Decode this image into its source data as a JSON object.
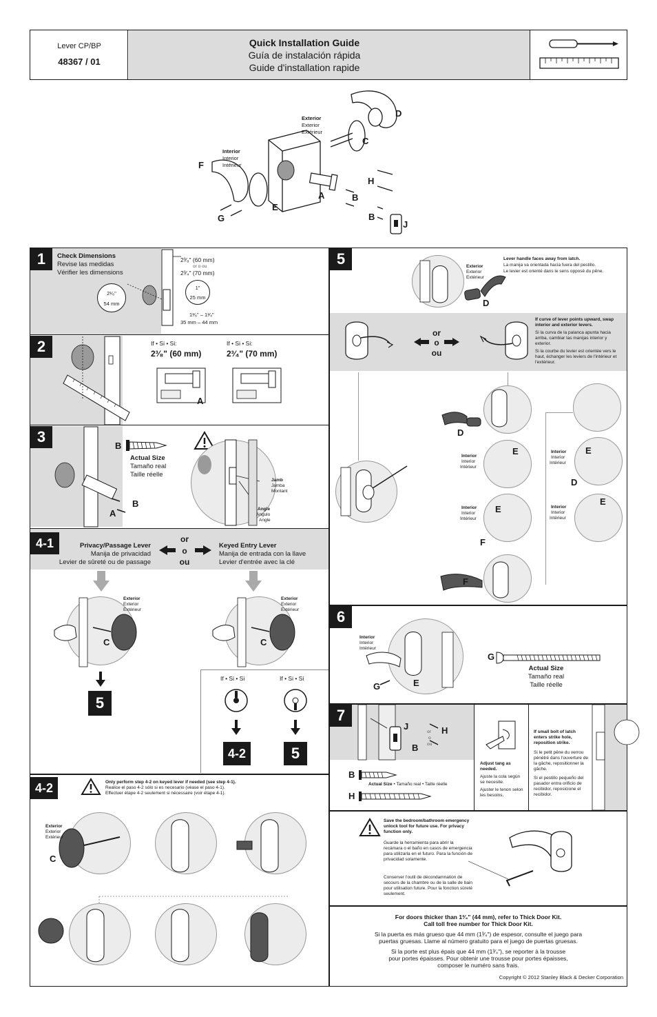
{
  "header": {
    "model": "Lever CP/BP",
    "part_number": "48367 / 01",
    "title_en": "Quick Installation Guide",
    "title_es": "Guía de instalación rápida",
    "title_fr": "Guide d'installation rapide"
  },
  "exploded": {
    "exterior": [
      "Exterior",
      "Exterior",
      "Extérieur"
    ],
    "interior": [
      "Interior",
      "Interior",
      "Intérieur"
    ],
    "letters": [
      "D",
      "C",
      "F",
      "H",
      "A",
      "B",
      "E",
      "G",
      "B",
      "J"
    ]
  },
  "step1": {
    "num": "1",
    "title": [
      "Check Dimensions",
      "Revise las medidas",
      "Vérifier les dimensions"
    ],
    "backset": [
      "2³⁄₈\" (60 mm)",
      "or o ou",
      "2³⁄₄\" (70 mm)"
    ],
    "bore_in": "2¹⁄₈\"",
    "bore_mm": "54 mm",
    "edge_in": "1\"",
    "edge_mm": "25 mm",
    "thick_in": "1³⁄₈\" – 1³⁄₄\"",
    "thick_mm": "35 mm – 44 mm"
  },
  "step2": {
    "num": "2",
    "if1": "If • Si • Si:",
    "val1": "2³⁄₈\" (60 mm)",
    "if2": "If • Si • Si:",
    "val2": "2³⁄₄\" (70 mm)",
    "letter": "A"
  },
  "step3": {
    "num": "3",
    "actual": [
      "Actual Size",
      "Tamaño real",
      "Taille réelle"
    ],
    "jamb": [
      "Jamb",
      "Jamba",
      "Montant"
    ],
    "angle": [
      "Angle",
      "Angulo",
      "Angle"
    ],
    "letters": [
      "B",
      "B",
      "A"
    ]
  },
  "step41": {
    "num": "4-1",
    "left": [
      "Privacy/Passage Lever",
      "Manija de privacidad",
      "Levier de sûreté ou de passage"
    ],
    "or": [
      "or",
      "o",
      "ou"
    ],
    "right": [
      "Keyed Entry Lever",
      "Manija de entrada con la llave",
      "Levier d'entrée avec la clé"
    ],
    "exterior": [
      "Exterior",
      "Exterior",
      "Extérieur"
    ],
    "goto5": "5",
    "if_a": "If • Si • Si",
    "if_b": "If • Si • Si",
    "goto42": "4-2",
    "goto5b": "5",
    "letter": "C"
  },
  "step42": {
    "num": "4-2",
    "warn": [
      "Only perform step 4-2 on keyed lever if needed (see step 4-1).",
      "Realice el paso 4-2 sólo si es necesario (véase el paso 4-1).",
      "Effectuer étape 4-2 seulement si nécessaire (voir étape 4-1)."
    ],
    "exterior": [
      "Exterior",
      "Exterior",
      "Extérieur"
    ],
    "letter": "C"
  },
  "step5": {
    "num": "5",
    "faces": [
      "Lever handle faces away from latch.",
      "La manija va orientada hacia fuera del pestillo.",
      "Le levier est orienté dans le sens opposé du pêne."
    ],
    "exterior": [
      "Exterior",
      "Exterior",
      "Extérieur"
    ],
    "or": [
      "or",
      "o",
      "ou"
    ],
    "curve": [
      "If curve of lever points upward, swap interior and exterior levers.",
      "Si la curva de la palanca apunta hacia arriba, cambiar las manijas interior y exterior.",
      "Si la courbe du levier est orientée vers le haut, échanger les leviers de l'intérieur et l'extérieur."
    ],
    "interior": [
      "Interior",
      "Interior",
      "Intérieur"
    ],
    "letters": [
      "D",
      "E",
      "F"
    ]
  },
  "step6": {
    "num": "6",
    "interior": [
      "Interior",
      "Interior",
      "Intérieur"
    ],
    "actual": [
      "Actual Size",
      "Tamaño real",
      "Taille réelle"
    ],
    "letters": [
      "G",
      "E"
    ]
  },
  "step7": {
    "num": "7",
    "or": [
      "or",
      "o",
      "ou"
    ],
    "actual": "Actual Size",
    "actual_rest": " • Tamaño real • Taille réelle",
    "tang": [
      "Adjust tang as needed.",
      "Ajuste la cola según se necesite.",
      "Ajuster le tenon selon les besoins."
    ],
    "bolt": [
      "If small bolt of latch enters strike hole, reposition strike.",
      "Si le petit pêne du verrou pénètré dans l'ouverture de la gâche, repositionner la gâche.",
      "Si el pestillo pequeño del pasador entra orificio de recibidor, reposicione el recibidor."
    ],
    "letters": [
      "J",
      "H",
      "B",
      "B",
      "H"
    ]
  },
  "tool_note": {
    "title": "Save the bedroom/bathroom emergency unlock tool for future use. For privacy function only.",
    "es": "Guarde la herramienta para abrir la recámara o el baño en casos de emergencia para utilizarla en el futuro. Para la función de privacidad solamente.",
    "fr": "Conserver l'outil de décondamnation de secours de la chambre ou de la salle de bain pour utilisation future. Pour la fonction sûreté seulement."
  },
  "thick_door": {
    "en1": "For doors thicker than 1³⁄₄\"  (44 mm), refer to Thick Door Kit.",
    "en2": "Call toll free number for Thick Door Kit.",
    "es1": "Si la puerta es más grueso que 44 mm (1³⁄₄\") de espesor, consulte el juego para",
    "es2": "puertas gruesas. Llame al número gratuito para el juego de puertas gruesas.",
    "fr1": "Si la porte est plus épais que 44 mm (1³⁄₄\"), se reporter à la trousse",
    "fr2": "pour portes épaisses. Pour obtenir une trousse pour portes épaisses,",
    "fr3": "composer le numéro sans frais.",
    "copyright": "Copyright © 2012 Stanley Black & Decker Corporation"
  }
}
